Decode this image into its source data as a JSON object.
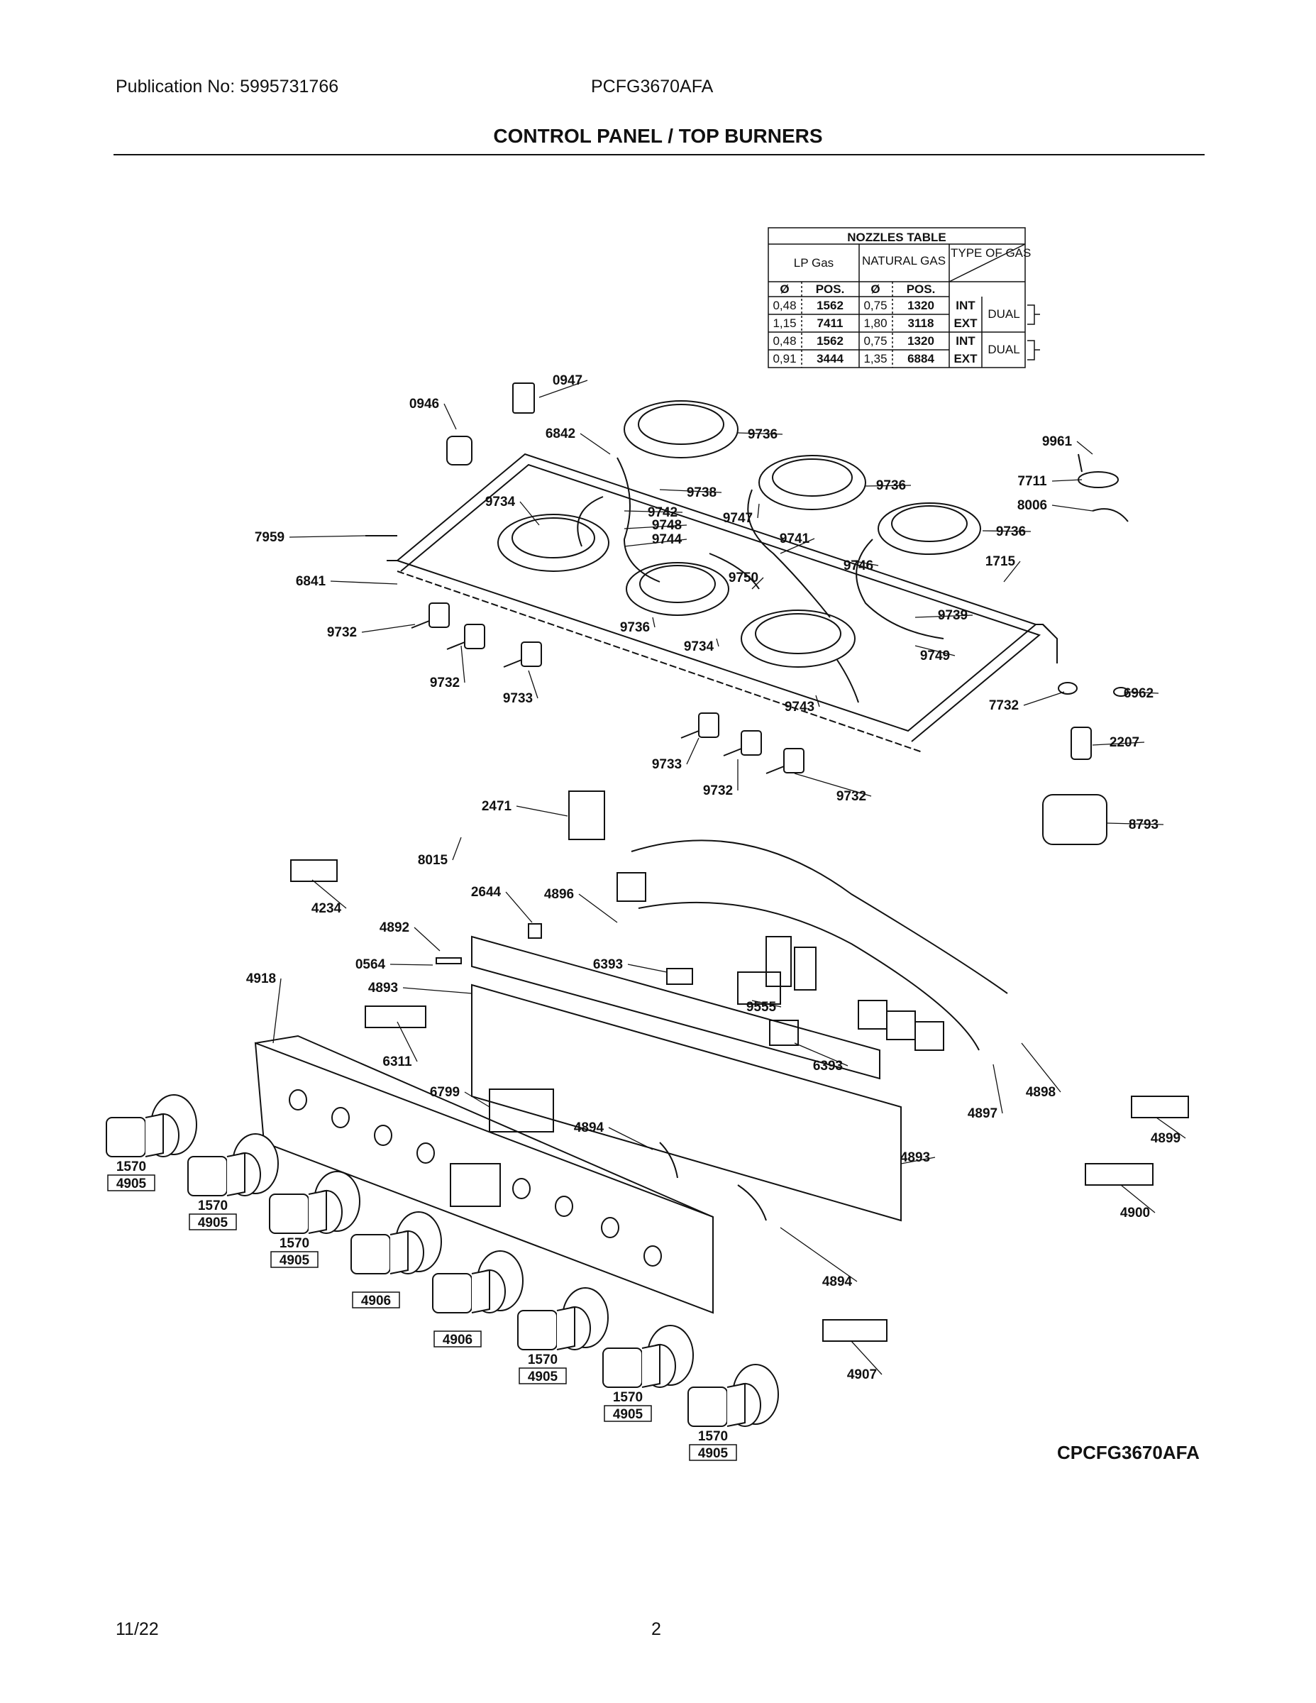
{
  "header": {
    "publication": "Publication No: 5995731766",
    "model": "PCFG3670AFA",
    "title": "CONTROL PANEL / TOP BURNERS"
  },
  "nozzles_table": {
    "title": "NOZZLES TABLE",
    "lp_gas": "LP Gas",
    "natural_gas": "NATURAL GAS",
    "type_of_gas": "TYPE OF GAS",
    "col_diameter": "Ø",
    "col_pos": "POS.",
    "rows": [
      {
        "lp_d": "0,48",
        "lp_pos": "1562",
        "ng_d": "0,75",
        "ng_pos": "1320",
        "ring": "INT"
      },
      {
        "lp_d": "1,15",
        "lp_pos": "7411",
        "ng_d": "1,80",
        "ng_pos": "3118",
        "ring": "EXT"
      },
      {
        "lp_d": "0,48",
        "lp_pos": "1562",
        "ng_d": "0,75",
        "ng_pos": "1320",
        "ring": "INT"
      },
      {
        "lp_d": "0,91",
        "lp_pos": "3444",
        "ng_d": "1,35",
        "ng_pos": "6884",
        "ring": "EXT"
      }
    ],
    "burner_type": "DUAL"
  },
  "callouts": [
    "0947",
    "0946",
    "6842",
    "9736",
    "9961",
    "9736",
    "7711",
    "8006",
    "9738",
    "9734",
    "9742",
    "9748",
    "9744",
    "9747",
    "9741",
    "9736",
    "7959",
    "9746",
    "1715",
    "6841",
    "9750",
    "9739",
    "9732",
    "9736",
    "9734",
    "9749",
    "9732",
    "9733",
    "9743",
    "7732",
    "6962",
    "2207",
    "9733",
    "9732",
    "9732",
    "2471",
    "8793",
    "8015",
    "4234",
    "2644",
    "4896",
    "4892",
    "0564",
    "6393",
    "4918",
    "4893",
    "9555",
    "6311",
    "6393",
    "6799",
    "4898",
    "4897",
    "4899",
    "4894",
    "4893",
    "4900",
    "4894",
    "4907"
  ],
  "knob_labels": {
    "spring": "1570",
    "knob_a": "4905",
    "knob_b": "4906"
  },
  "footer": {
    "drawing_code": "CPCFG3670AFA",
    "date": "11/22",
    "page": "2"
  }
}
